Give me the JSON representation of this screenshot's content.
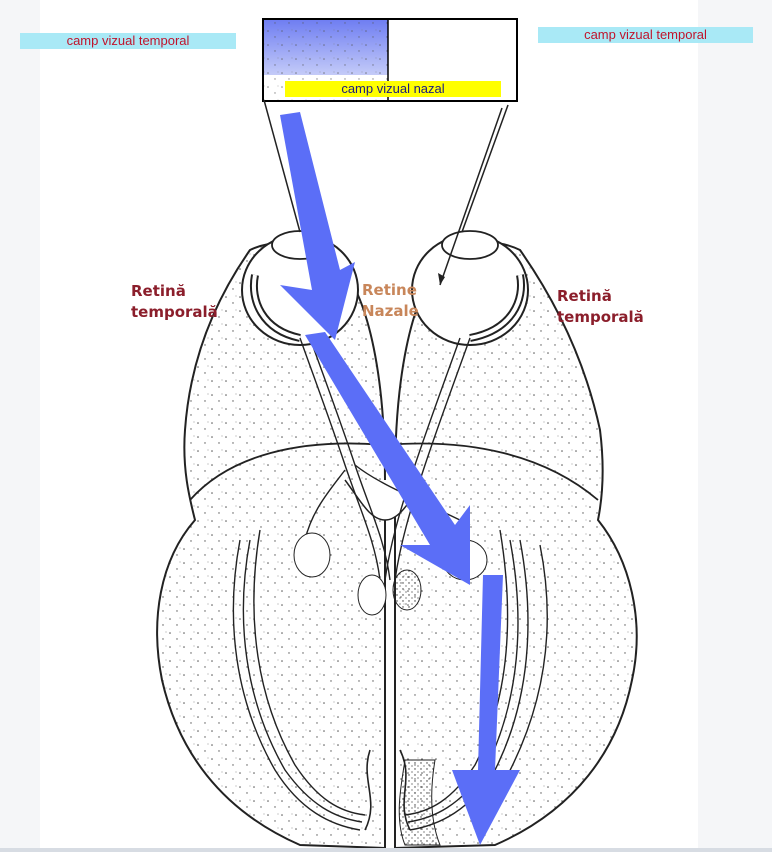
{
  "labels": {
    "temporal_left": "camp vizual temporal",
    "temporal_right": "camp vizual temporal",
    "nazal": "camp vizual nazal"
  },
  "annotations": {
    "retina_temporal_left": [
      "Retină",
      "temporală"
    ],
    "retina_temporal_right": [
      "Retină",
      "temporală"
    ],
    "retine_nazale": [
      "Retine",
      "Nazale"
    ]
  },
  "colors": {
    "label_bg": "#a9e9f6",
    "label_text": "#c0142c",
    "nazal_bg": "#ffff00",
    "nazal_text": "#1a1a80",
    "pathway_arrow": "#5b6ef7",
    "annotation_red": "#8b1e2b",
    "annotation_tan": "#c8865a"
  }
}
